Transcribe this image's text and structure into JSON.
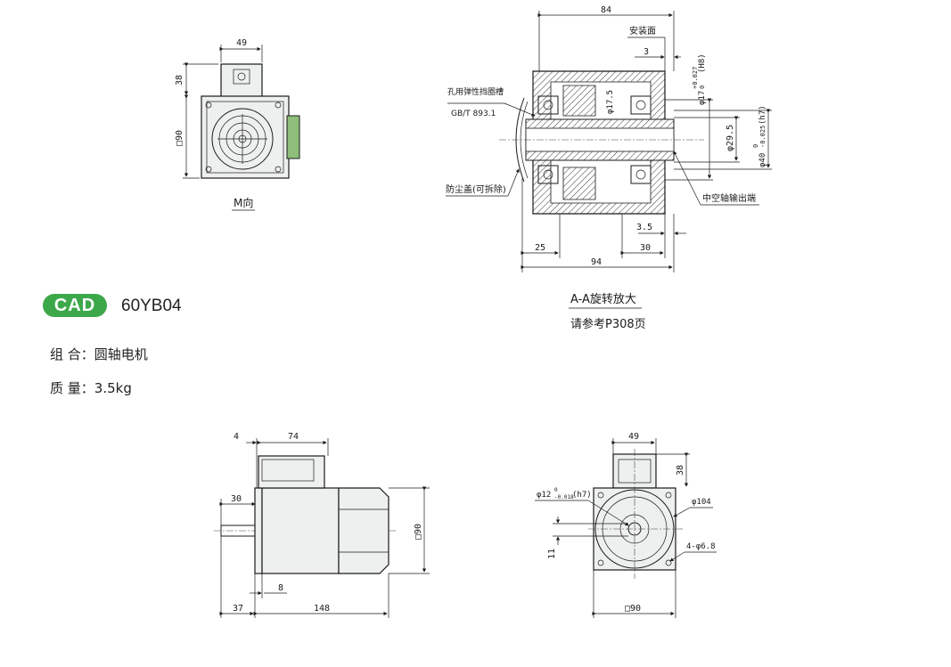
{
  "badge": "CAD",
  "model": "60YB04",
  "specs": {
    "combo_label": "组 合：",
    "combo_value": "圆轴电机",
    "mass_label": "质 量：",
    "mass_value": "3.5kg"
  },
  "top_left_view": {
    "caption": "M向",
    "dim_width": "49",
    "dim_height": "38",
    "dim_square": "□90"
  },
  "section_view": {
    "dim_84": "84",
    "label_mount_face": "安装面",
    "dim_3": "3",
    "dim_bore_h8": "φ17",
    "dim_bore_h8_tol": "+0.027",
    "dim_bore_h8_tol2": "0",
    "dim_bore_h8_fit": "(H8)",
    "label_circlip": "孔用弹性挡圈槽",
    "label_gbt": "GB/T 893.1",
    "dim_17_5": "φ17.5",
    "dim_29_5": "φ29.5",
    "dim_40": "φ40",
    "dim_40_tol": "0",
    "dim_40_tol2": "-0.025",
    "dim_40_fit": "(h7)",
    "label_dust_cover": "防尘盖(可拆除)",
    "label_hollow_shaft": "中空轴输出端",
    "dim_3_5": "3.5",
    "dim_25": "25",
    "dim_30": "30",
    "dim_94": "94",
    "caption_title": "A-A旋转放大",
    "caption_ref": "请参考P308页"
  },
  "side_view": {
    "dim_4": "4",
    "dim_74": "74",
    "dim_30": "30",
    "dim_90": "□90",
    "dim_8": "8",
    "dim_37": "37",
    "dim_148": "148"
  },
  "front_view": {
    "dim_49": "49",
    "dim_38": "38",
    "dim_shaft": "φ12",
    "dim_shaft_tol": "0",
    "dim_shaft_tol2": "-0.018",
    "dim_shaft_fit": "(h7)",
    "dim_104": "φ104",
    "dim_holes": "4-φ6.8",
    "dim_11": "11",
    "dim_square": "□90"
  },
  "colors": {
    "badge_green": "#3da84a",
    "terminal_green": "#8fbf7a",
    "body_fill": "#eef0ef",
    "hatch": "#555555"
  }
}
